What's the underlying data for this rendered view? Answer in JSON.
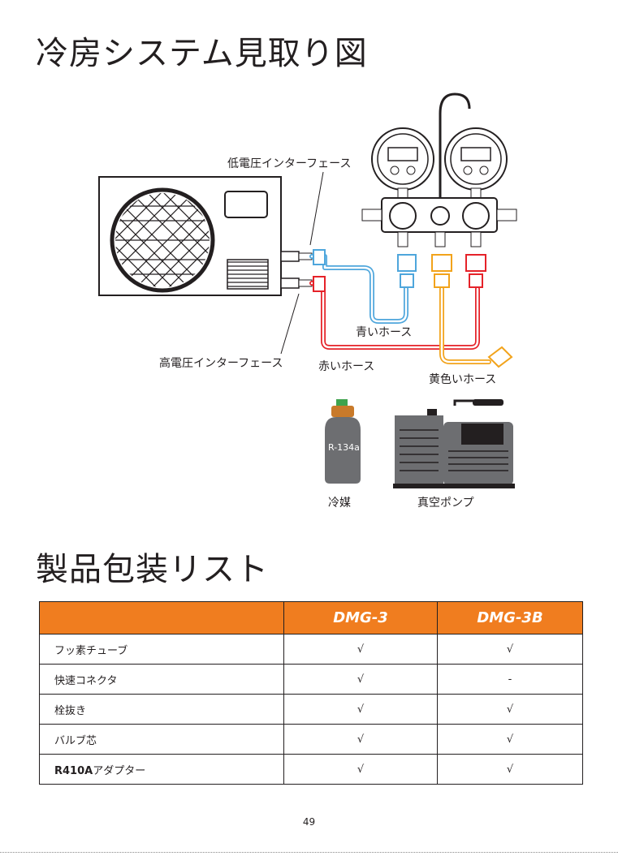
{
  "section1": {
    "title": "冷房システム見取り図"
  },
  "diagram": {
    "labels": {
      "low_pressure": "低電圧インターフェース",
      "high_pressure": "高電圧インターフェース",
      "blue_hose": "青いホース",
      "red_hose": "赤いホース",
      "yellow_hose": "黄色いホース",
      "refrigerant": "冷媒",
      "vacuum_pump": "真空ポンプ",
      "can_label": "R-134a"
    },
    "colors": {
      "blue": "#4ea6dc",
      "red": "#e52229",
      "yellow": "#f2a31b",
      "orange": "#f07d1f"
    }
  },
  "section2": {
    "title": "製品包装リスト"
  },
  "table": {
    "headers": [
      "",
      "DMG-3",
      "DMG-3B"
    ],
    "rows": [
      {
        "name": "フッ素チューブ",
        "prefix": "",
        "dmg3": "√",
        "dmg3b": "√"
      },
      {
        "name": "快速コネクタ",
        "prefix": "",
        "dmg3": "√",
        "dmg3b": "-"
      },
      {
        "name": "栓抜き",
        "prefix": "",
        "dmg3": "√",
        "dmg3b": "√"
      },
      {
        "name": "バルブ芯",
        "prefix": "",
        "dmg3": "√",
        "dmg3b": "√"
      },
      {
        "name": "アダプター",
        "prefix": "R410A",
        "dmg3": "√",
        "dmg3b": "√"
      }
    ]
  },
  "page_number": "49"
}
